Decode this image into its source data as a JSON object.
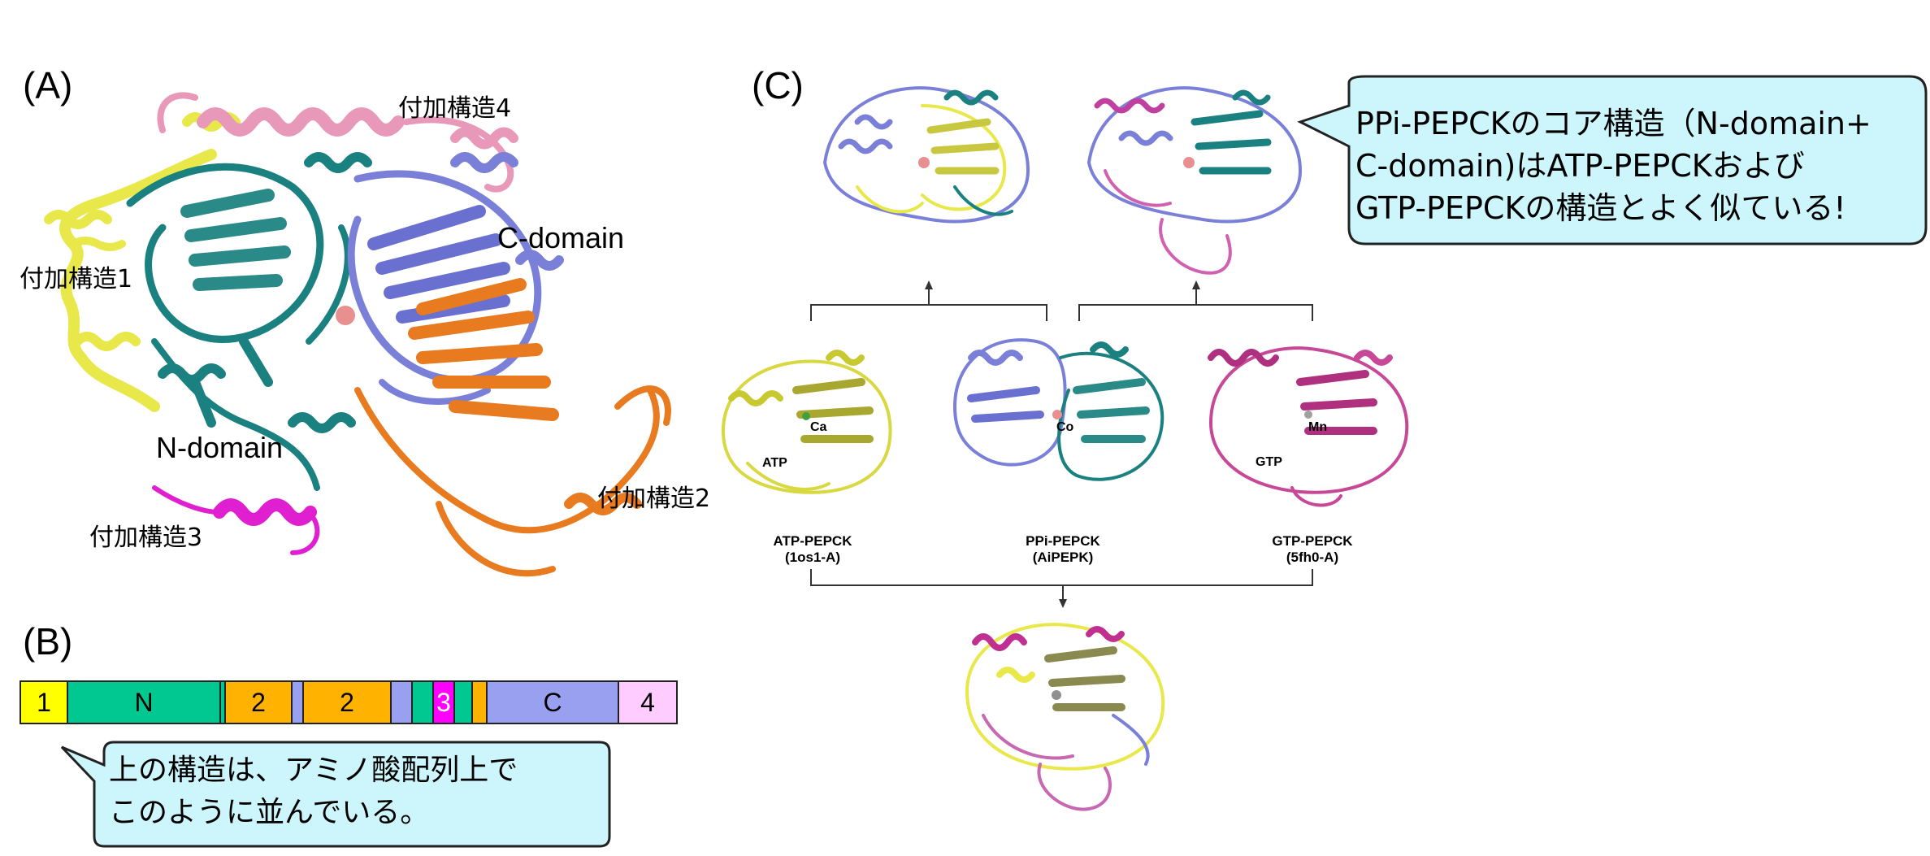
{
  "panel_a": {
    "label": "(A)",
    "labels": {
      "fuka4": "付加構造4",
      "fuka1": "付加構造1",
      "fuka2": "付加構造2",
      "fuka3": "付加構造3",
      "c_domain": "C-domain",
      "n_domain": "N-domain"
    }
  },
  "panel_b": {
    "label": "(B)",
    "segments": [
      {
        "text": "1",
        "color": "#ffff00"
      },
      {
        "text": "N",
        "color": "#00c890"
      },
      {
        "text": "",
        "color": "#00c890"
      },
      {
        "text": "2",
        "color": "#ffb300"
      },
      {
        "text": "",
        "color": "#9aa0f0"
      },
      {
        "text": "2",
        "color": "#ffb300"
      },
      {
        "text": "",
        "color": "#9aa0f0"
      },
      {
        "text": "",
        "color": "#00c890"
      },
      {
        "text": "3",
        "color": "#ff00ff"
      },
      {
        "text": "",
        "color": "#00c890"
      },
      {
        "text": "",
        "color": "#ffb300"
      },
      {
        "text": "C",
        "color": "#9aa0f0"
      },
      {
        "text": "4",
        "color": "#ffccff"
      }
    ],
    "callout": "上の構造は、アミノ酸配列上で\nこのように並んでいる。"
  },
  "panel_c": {
    "label": "(C)",
    "callout": "PPi-PEPCKのコア構造（N-domain+\nC-domain)はATP-PEPCKおよび\nGTP-PEPCKの構造とよく似ている!",
    "structures": {
      "atp": {
        "name": "ATP-PEPCK",
        "id": "(1os1-A)",
        "metal": "Ca",
        "ligand": "ATP"
      },
      "ppi": {
        "name": "PPi-PEPCK",
        "id": "(AiPEPK)",
        "metal": "Co"
      },
      "gtp": {
        "name": "GTP-PEPCK",
        "id": "(5fh0-A)",
        "metal": "Mn",
        "ligand": "GTP"
      }
    }
  },
  "colors": {
    "yellow": "#e8e84a",
    "teal": "#1a8080",
    "slate": "#7a80d8",
    "orange": "#e87a20",
    "pink": "#e898b8",
    "magenta": "#e020d0",
    "callout_fill": "#ccf6fb"
  }
}
